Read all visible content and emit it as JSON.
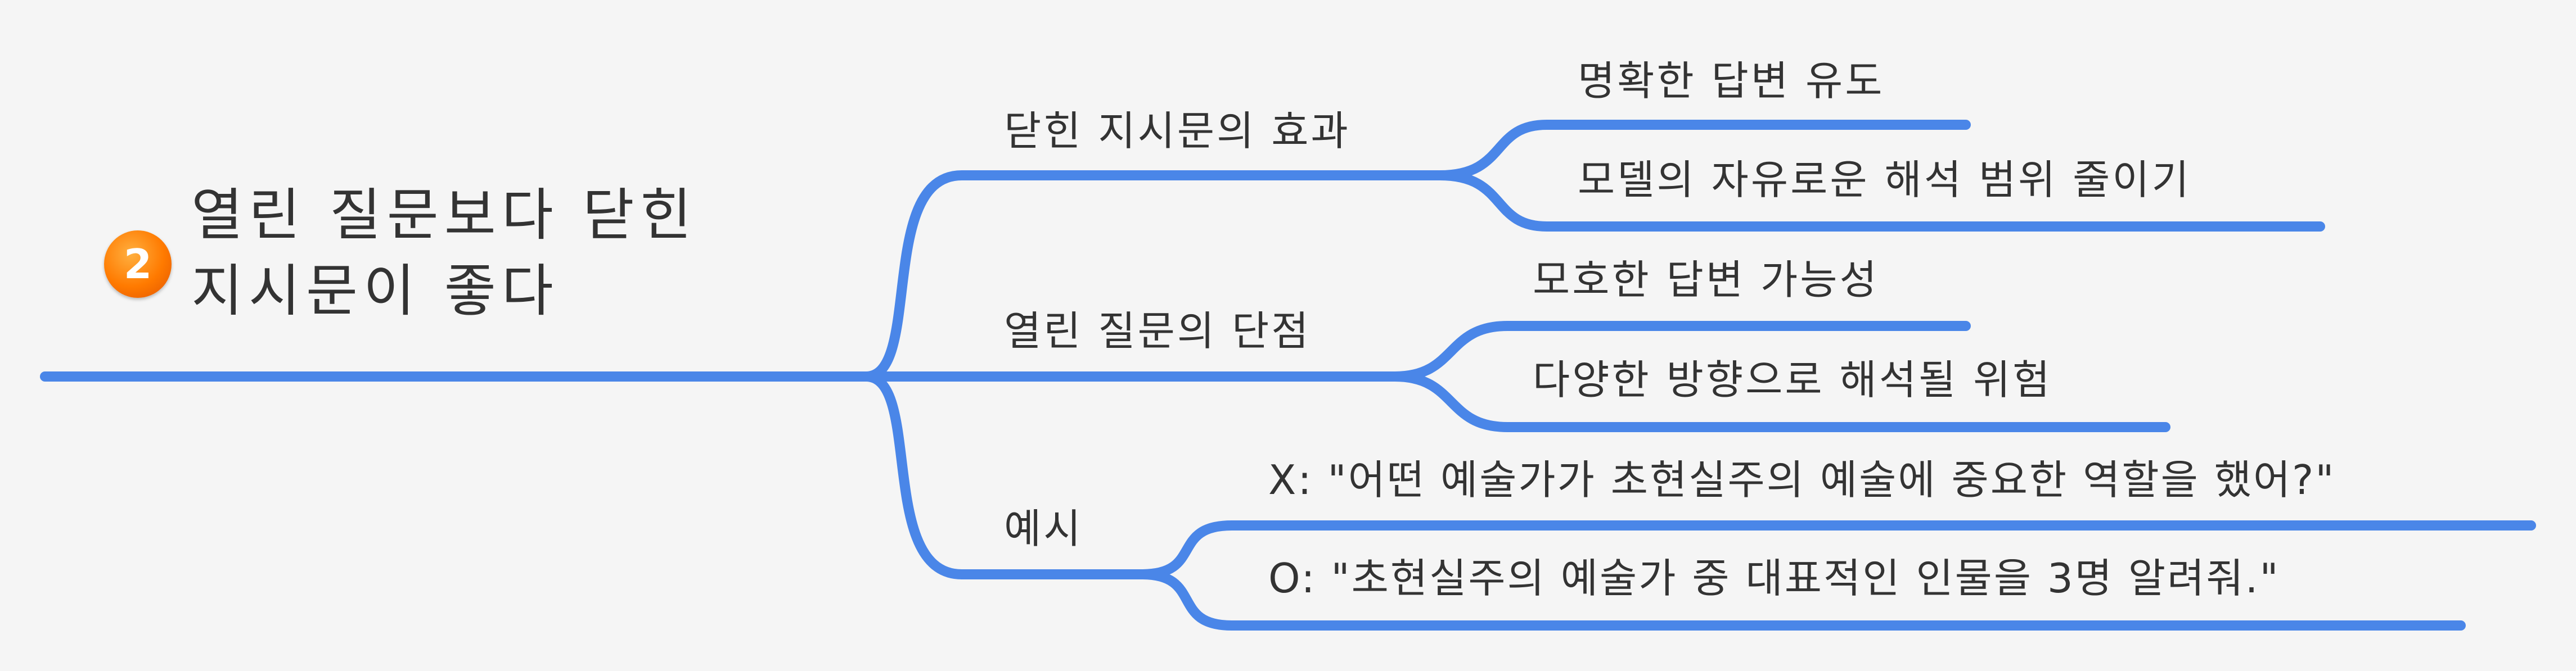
{
  "root": {
    "badge": "2",
    "line1": "열린 질문보다 닫힌",
    "line2": "지시문이 좋다"
  },
  "branches": [
    {
      "label": "닫힌 지시문의 효과",
      "children": [
        "명확한 답변 유도",
        "모델의 자유로운 해석 범위 줄이기"
      ]
    },
    {
      "label": "열린 질문의 단점",
      "children": [
        "모호한 답변 가능성",
        "다양한 방향으로 해석될 위험"
      ]
    },
    {
      "label": "예시",
      "children": [
        "X: \"어떤 예술가가 초현실주의 예술에 중요한 역할을 했어?\"",
        "O: \"초현실주의 예술가 중 대표적인 인물을 3명 알려줘.\""
      ]
    }
  ],
  "colors": {
    "connector": "#4a86e8",
    "badge": "#ff7a00",
    "text": "#333333",
    "background": "#f5f5f5"
  }
}
